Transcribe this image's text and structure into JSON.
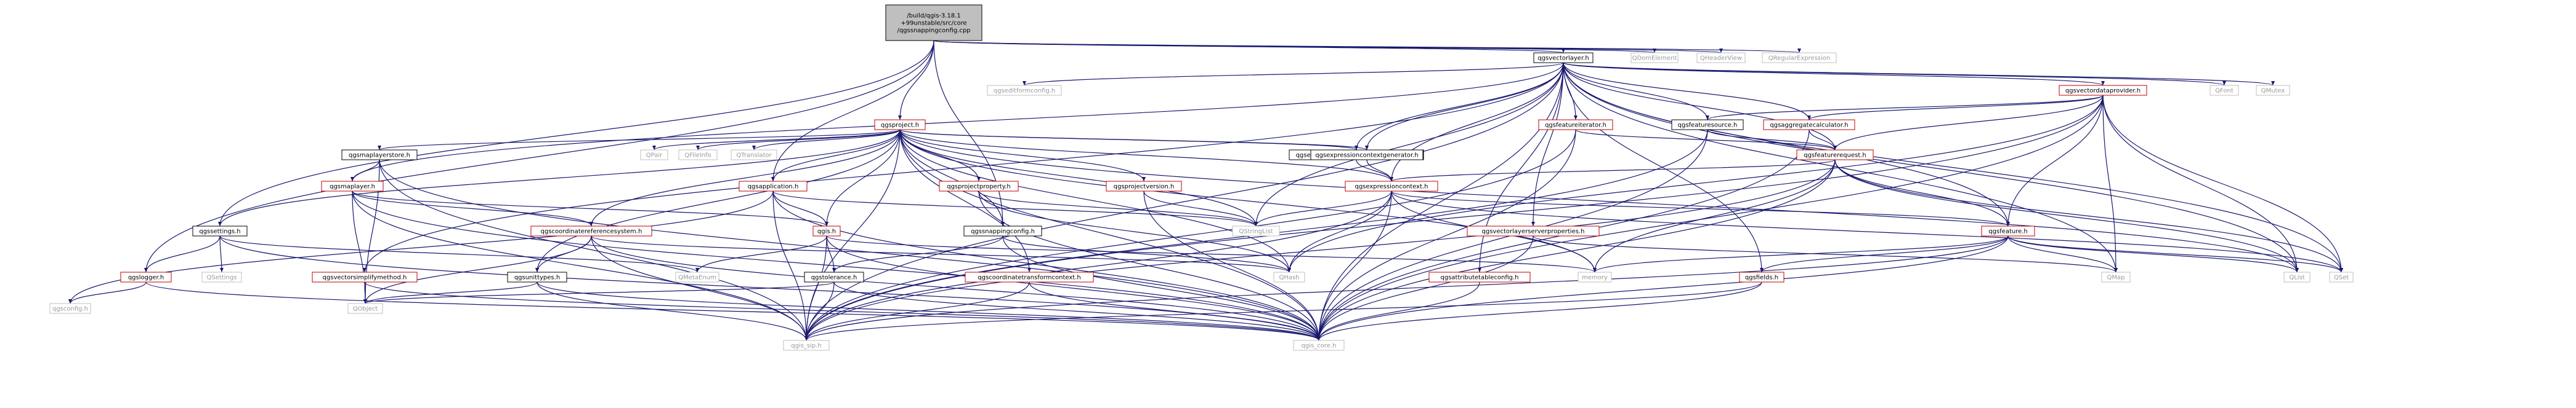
{
  "colors": {
    "internal_border": "#bf0000",
    "normal_border": "#000000",
    "external_border": "#bfbfbf",
    "root_fill": "#bfbfbf",
    "node_fill": "#ffffff",
    "edge": "#191970",
    "text": "#000000",
    "external_text": "#9a9a9a"
  },
  "nodes": [
    {
      "id": "root",
      "lines": [
        "/build/qgis-3.18.1",
        "+99unstable/src/core",
        "/qgssnappingconfig.cpp"
      ],
      "kind": "root"
    },
    {
      "id": "qgsvectorlayer",
      "lines": [
        "qgsvectorlayer.h"
      ],
      "kind": "normal"
    },
    {
      "id": "qdomelement",
      "lines": [
        "QDomElement"
      ],
      "kind": "external"
    },
    {
      "id": "qheaderview",
      "lines": [
        "QHeaderView"
      ],
      "kind": "external"
    },
    {
      "id": "qregularexpression",
      "lines": [
        "QRegularExpression"
      ],
      "kind": "external"
    },
    {
      "id": "qgseditformconfig",
      "lines": [
        "qgseditformconfig.h"
      ],
      "kind": "external"
    },
    {
      "id": "qgsvectordataprovider",
      "lines": [
        "qgsvectordataprovider.h"
      ],
      "kind": "internal"
    },
    {
      "id": "qfont",
      "lines": [
        "QFont"
      ],
      "kind": "external"
    },
    {
      "id": "qmutex",
      "lines": [
        "QMutex"
      ],
      "kind": "external"
    },
    {
      "id": "qgsproject",
      "lines": [
        "qgsproject.h"
      ],
      "kind": "internal"
    },
    {
      "id": "qgsfeatureiterator",
      "lines": [
        "qgsfeatureiterator.h"
      ],
      "kind": "internal"
    },
    {
      "id": "qgsfeaturesource",
      "lines": [
        "qgsfeaturesource.h"
      ],
      "kind": "normal"
    },
    {
      "id": "qgsaggregatecalculator",
      "lines": [
        "qgsaggregatecalculator.h"
      ],
      "kind": "internal"
    },
    {
      "id": "qgsfeaturerequest",
      "lines": [
        "qgsfeaturerequest.h"
      ],
      "kind": "internal"
    },
    {
      "id": "qgsmaplayerstore",
      "lines": [
        "qgsmaplayerstore.h"
      ],
      "kind": "normal"
    },
    {
      "id": "qpair",
      "lines": [
        "QPair"
      ],
      "kind": "external"
    },
    {
      "id": "qfileinfo",
      "lines": [
        "QFileInfo"
      ],
      "kind": "external"
    },
    {
      "id": "qtranslator",
      "lines": [
        "QTranslator"
      ],
      "kind": "external"
    },
    {
      "id": "qgsexprscopegen",
      "lines": [
        "qgsexpressioncontextscopegenerator.h"
      ],
      "kind": "normal"
    },
    {
      "id": "qgsexprgen",
      "lines": [
        "qgsexpressioncontextgenerator.h"
      ],
      "kind": "normal"
    },
    {
      "id": "qgsmaplayer",
      "lines": [
        "qgsmaplayer.h"
      ],
      "kind": "internal"
    },
    {
      "id": "qgsapplication",
      "lines": [
        "qgsapplication.h"
      ],
      "kind": "internal"
    },
    {
      "id": "qgsprojectproperty",
      "lines": [
        "qgsprojectproperty.h"
      ],
      "kind": "internal"
    },
    {
      "id": "qgsprojectversion",
      "lines": [
        "qgsprojectversion.h"
      ],
      "kind": "internal"
    },
    {
      "id": "qgsexpressioncontext",
      "lines": [
        "qgsexpressioncontext.h"
      ],
      "kind": "internal"
    },
    {
      "id": "qgssettings",
      "lines": [
        "qgssettings.h"
      ],
      "kind": "normal"
    },
    {
      "id": "qgscrs",
      "lines": [
        "qgscoordinatereferencesystem.h"
      ],
      "kind": "internal"
    },
    {
      "id": "qgis",
      "lines": [
        "qgis.h"
      ],
      "kind": "internal"
    },
    {
      "id": "qgssnappingconfig",
      "lines": [
        "qgssnappingconfig.h"
      ],
      "kind": "normal"
    },
    {
      "id": "qstringlist",
      "lines": [
        "QStringList"
      ],
      "kind": "external"
    },
    {
      "id": "qgsfeature",
      "lines": [
        "qgsfeature.h"
      ],
      "kind": "internal"
    },
    {
      "id": "qgsvlserverprops",
      "lines": [
        "qgsvectorlayerserverproperties.h"
      ],
      "kind": "internal"
    },
    {
      "id": "qgslogger",
      "lines": [
        "qgslogger.h"
      ],
      "kind": "internal"
    },
    {
      "id": "qsettings",
      "lines": [
        "QSettings"
      ],
      "kind": "external"
    },
    {
      "id": "qgsvectorsimplify",
      "lines": [
        "qgsvectorsimplifymethod.h"
      ],
      "kind": "internal"
    },
    {
      "id": "qgsunittypes",
      "lines": [
        "qgsunittypes.h"
      ],
      "kind": "normal"
    },
    {
      "id": "qmetaenum",
      "lines": [
        "QMetaEnum"
      ],
      "kind": "external"
    },
    {
      "id": "qgstolerance",
      "lines": [
        "qgstolerance.h"
      ],
      "kind": "normal"
    },
    {
      "id": "qgscttcontext",
      "lines": [
        "qgscoordinatetransformcontext.h"
      ],
      "kind": "internal"
    },
    {
      "id": "qhash",
      "lines": [
        "QHash"
      ],
      "kind": "external"
    },
    {
      "id": "memory",
      "lines": [
        "memory"
      ],
      "kind": "external"
    },
    {
      "id": "qgsattrtableconfig",
      "lines": [
        "qgsattributetableconfig.h"
      ],
      "kind": "internal"
    },
    {
      "id": "qgsfields",
      "lines": [
        "qgsfields.h"
      ],
      "kind": "internal"
    },
    {
      "id": "qmap",
      "lines": [
        "QMap"
      ],
      "kind": "external"
    },
    {
      "id": "qlist",
      "lines": [
        "QList"
      ],
      "kind": "external"
    },
    {
      "id": "qset",
      "lines": [
        "QSet"
      ],
      "kind": "external"
    },
    {
      "id": "qgsconfig",
      "lines": [
        "qgsconfig.h"
      ],
      "kind": "external"
    },
    {
      "id": "qobject",
      "lines": [
        "QObject"
      ],
      "kind": "external"
    },
    {
      "id": "qgis_sip",
      "lines": [
        "qgis_sip.h"
      ],
      "kind": "external"
    },
    {
      "id": "qgis_core",
      "lines": [
        "qgis_core.h"
      ],
      "kind": "external"
    }
  ],
  "edges": [
    [
      "root",
      "qgsvectorlayer"
    ],
    [
      "root",
      "qgsproject"
    ],
    [
      "root",
      "qgsapplication"
    ],
    [
      "root",
      "qgssnappingconfig"
    ],
    [
      "root",
      "qgssettings"
    ],
    [
      "root",
      "qgslogger"
    ],
    [
      "root",
      "qdomelement"
    ],
    [
      "root",
      "qheaderview"
    ],
    [
      "root",
      "qregularexpression"
    ],
    [
      "qgsvectorlayer",
      "qgis_core"
    ],
    [
      "qgsvectorlayer",
      "qgis_sip"
    ],
    [
      "qgsvectorlayer",
      "qgsmaplayer"
    ],
    [
      "qgsvectorlayer",
      "qgsvectordataprovider"
    ],
    [
      "qgsvectorlayer",
      "qgsfeaturesource"
    ],
    [
      "qgsvectorlayer",
      "qgsfeatureiterator"
    ],
    [
      "qgsvectorlayer",
      "qgsfeaturerequest"
    ],
    [
      "qgsvectorlayer",
      "qgsaggregatecalculator"
    ],
    [
      "qgsvectorlayer",
      "qgsfields"
    ],
    [
      "qgsvectorlayer",
      "qgsfeature"
    ],
    [
      "qgsvectorlayer",
      "qgsexprscopegen"
    ],
    [
      "qgsvectorlayer",
      "qgsexprgen"
    ],
    [
      "qgsvectorlayer",
      "qgsexpressioncontext"
    ],
    [
      "qgsvectorlayer",
      "qgsvectorsimplify"
    ],
    [
      "qgsvectorlayer",
      "qgseditformconfig"
    ],
    [
      "qgsvectorlayer",
      "qgsattrtableconfig"
    ],
    [
      "qgsvectorlayer",
      "qgsvlserverprops"
    ],
    [
      "qgsvectorlayer",
      "qfont"
    ],
    [
      "qgsvectorlayer",
      "qmutex"
    ],
    [
      "qgsvectorlayer",
      "qset"
    ],
    [
      "qgsvectorlayer",
      "qlist"
    ],
    [
      "qgsvectorlayer",
      "qmap"
    ],
    [
      "qgsvectorlayer",
      "qstringlist"
    ],
    [
      "qgsvectordataprovider",
      "qgis_core"
    ],
    [
      "qgsvectordataprovider",
      "qgis_sip"
    ],
    [
      "qgsvectordataprovider",
      "qgsfeaturesource"
    ],
    [
      "qgsvectordataprovider",
      "qgsaggregatecalculator"
    ],
    [
      "qgsvectordataprovider",
      "qgsfeaturerequest"
    ],
    [
      "qgsvectordataprovider",
      "qgsfeature"
    ],
    [
      "qgsvectordataprovider",
      "qset"
    ],
    [
      "qgsvectordataprovider",
      "qlist"
    ],
    [
      "qgsvectordataprovider",
      "qmap"
    ],
    [
      "qgsvectordataprovider",
      "qhash"
    ],
    [
      "qgsproject",
      "qgis_core"
    ],
    [
      "qgsproject",
      "qgis_sip"
    ],
    [
      "qgsproject",
      "qgsmaplayerstore"
    ],
    [
      "qgsproject",
      "qpair"
    ],
    [
      "qgsproject",
      "qfileinfo"
    ],
    [
      "qgsproject",
      "qtranslator"
    ],
    [
      "qgsproject",
      "qgsexprscopegen"
    ],
    [
      "qgsproject",
      "qgsexprgen"
    ],
    [
      "qgsproject",
      "qgsprojectproperty"
    ],
    [
      "qgsproject",
      "qgsprojectversion"
    ],
    [
      "qgsproject",
      "qgscrs"
    ],
    [
      "qgsproject",
      "qgsapplication"
    ],
    [
      "qgsproject",
      "qgssnappingconfig"
    ],
    [
      "qgsproject",
      "qgscttcontext"
    ],
    [
      "qgsproject",
      "qgssettings"
    ],
    [
      "qgsproject",
      "qgsunittypes"
    ],
    [
      "qgsproject",
      "qgsexpressioncontext"
    ],
    [
      "qgsproject",
      "qgis"
    ],
    [
      "qgsproject",
      "qhash"
    ],
    [
      "qgsproject",
      "qlist"
    ],
    [
      "qgsproject",
      "qstringlist"
    ],
    [
      "qgsproject",
      "memory"
    ],
    [
      "qgsfeatureiterator",
      "qgsfeaturerequest"
    ],
    [
      "qgsfeatureiterator",
      "qgis_core"
    ],
    [
      "qgsfeatureiterator",
      "qgis_sip"
    ],
    [
      "qgsfeaturesource",
      "qgsfeaturerequest"
    ],
    [
      "qgsfeaturesource",
      "qgis_core"
    ],
    [
      "qgsfeaturesource",
      "qgis_sip"
    ],
    [
      "qgsaggregatecalculator",
      "qgsfeaturerequest"
    ],
    [
      "qgsaggregatecalculator",
      "qgis_core"
    ],
    [
      "qgsfeaturerequest",
      "qgsfeature"
    ],
    [
      "qgsfeaturerequest",
      "qgsexpressioncontext"
    ],
    [
      "qgsfeaturerequest",
      "qgis_core"
    ],
    [
      "qgsfeaturerequest",
      "qgis_sip"
    ],
    [
      "qgsfeaturerequest",
      "qlist"
    ],
    [
      "qgsfeaturerequest",
      "qset"
    ],
    [
      "qgsfeaturerequest",
      "memory"
    ],
    [
      "qgsmaplayerstore",
      "qgsmaplayer"
    ],
    [
      "qgsmaplayerstore",
      "qgis_core"
    ],
    [
      "qgsmaplayerstore",
      "qgis_sip"
    ],
    [
      "qgsmaplayerstore",
      "qobject"
    ],
    [
      "qgsexprscopegen",
      "qgsexpressioncontext"
    ],
    [
      "qgsexprgen",
      "qgsexpressioncontext"
    ],
    [
      "qgsmaplayer",
      "qgscrs"
    ],
    [
      "qgsmaplayer",
      "qgis_core"
    ],
    [
      "qgsmaplayer",
      "qgis_sip"
    ],
    [
      "qgsmaplayer",
      "qobject"
    ],
    [
      "qgsmaplayer",
      "qgis"
    ],
    [
      "qgsapplication",
      "qgis_core"
    ],
    [
      "qgsapplication",
      "qgis_sip"
    ],
    [
      "qgsapplication",
      "qstringlist"
    ],
    [
      "qgsapplication",
      "qgsconfig"
    ],
    [
      "qgsapplication",
      "qgis"
    ],
    [
      "qgsprojectproperty",
      "qgis_core"
    ],
    [
      "qgsprojectproperty",
      "qhash"
    ],
    [
      "qgsprojectproperty",
      "qstringlist"
    ],
    [
      "qgsprojectversion",
      "qgis_core"
    ],
    [
      "qgsprojectversion",
      "qstringlist"
    ],
    [
      "qgsexpressioncontext",
      "qgis_core"
    ],
    [
      "qgsexpressioncontext",
      "qgis_sip"
    ],
    [
      "qgsexpressioncontext",
      "qgsfeature"
    ],
    [
      "qgsexpressioncontext",
      "qstringlist"
    ],
    [
      "qgsexpressioncontext",
      "qhash"
    ],
    [
      "qgsexpressioncontext",
      "qset"
    ],
    [
      "qgsexpressioncontext",
      "memory"
    ],
    [
      "qgssettings",
      "qgis_core"
    ],
    [
      "qgssettings",
      "qgslogger"
    ],
    [
      "qgssettings",
      "qsettings"
    ],
    [
      "qgssettings",
      "qmetaenum"
    ],
    [
      "qgscrs",
      "qgis_core"
    ],
    [
      "qgscrs",
      "qgis_sip"
    ],
    [
      "qgscrs",
      "qgsunittypes"
    ],
    [
      "qgscrs",
      "qobject"
    ],
    [
      "qgscrs",
      "qhash"
    ],
    [
      "qgis",
      "qgis_core"
    ],
    [
      "qgis",
      "qgis_sip"
    ],
    [
      "qgis",
      "qgstolerance"
    ],
    [
      "qgis",
      "qmetaenum"
    ],
    [
      "qgis",
      "memory"
    ],
    [
      "qgssnappingconfig",
      "qgis_core"
    ],
    [
      "qgssnappingconfig",
      "qgstolerance"
    ],
    [
      "qgssnappingconfig",
      "qhash"
    ],
    [
      "qgsfeature",
      "qgis_core"
    ],
    [
      "qgsfeature",
      "qgis_sip"
    ],
    [
      "qgsfeature",
      "qgsfields"
    ],
    [
      "qgsfeature",
      "qmap"
    ],
    [
      "qgsfeature",
      "qlist"
    ],
    [
      "qgsfeature",
      "qset"
    ],
    [
      "qgsfeature",
      "memory"
    ],
    [
      "qgsvlserverprops",
      "qgis_core"
    ],
    [
      "qgsvlserverprops",
      "qmap"
    ],
    [
      "qgslogger",
      "qgis_core"
    ],
    [
      "qgslogger",
      "qgsconfig"
    ],
    [
      "qgsvectorsimplify",
      "qgis_core"
    ],
    [
      "qgsvectorsimplify",
      "qobject"
    ],
    [
      "qgsunittypes",
      "qgis_core"
    ],
    [
      "qgsunittypes",
      "qgis_sip"
    ],
    [
      "qgsunittypes",
      "qobject"
    ],
    [
      "qgstolerance",
      "qgis_core"
    ],
    [
      "qgstolerance",
      "qgis_sip"
    ],
    [
      "qgstolerance",
      "qobject"
    ],
    [
      "qgscttcontext",
      "qgis_core"
    ],
    [
      "qgscttcontext",
      "qgis_sip"
    ],
    [
      "qgsattrtableconfig",
      "qgis_core"
    ],
    [
      "qgsfields",
      "qgis_core"
    ],
    [
      "qgsfields",
      "qgis_sip"
    ]
  ]
}
